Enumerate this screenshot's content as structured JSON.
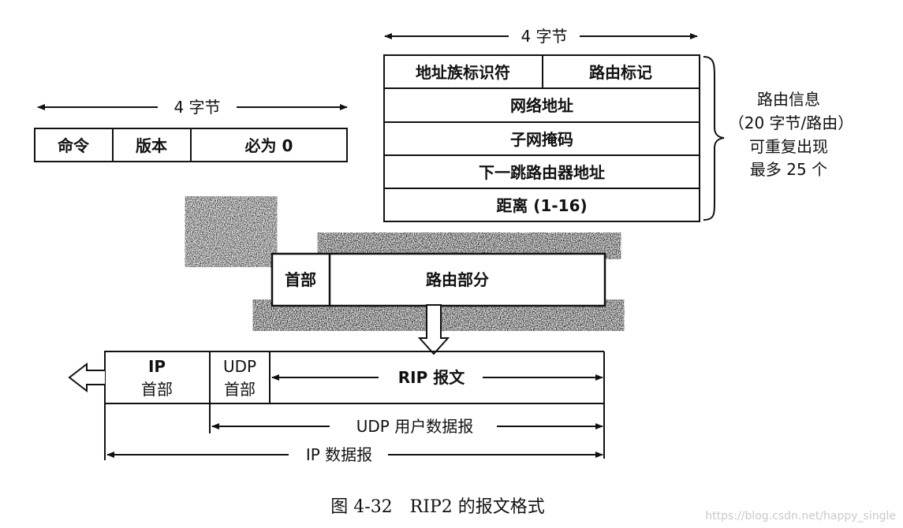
{
  "header_fields": {
    "width_label": "4 字节",
    "cells": [
      "命令",
      "版本",
      "必为 0"
    ]
  },
  "route_entry": {
    "width_label": "4 字节",
    "row1": [
      "地址族标识符",
      "路由标记"
    ],
    "rows": [
      "网络地址",
      "子网掩码",
      "下一跳路由器地址",
      "距离 (1-16)"
    ],
    "brace_note": [
      "路由信息",
      "（20 字节/路由）",
      "可重复出现",
      "最多 25 个"
    ]
  },
  "rip_message": {
    "header": "首部",
    "body": "路由部分"
  },
  "packet": {
    "ip_header": [
      "IP",
      "首部"
    ],
    "udp_header": [
      "UDP",
      "首部"
    ],
    "rip_label": "RIP 报文",
    "udp_datagram": "UDP 用户数据报",
    "ip_datagram": "IP 数据报"
  },
  "caption": "图 4-32　RIP2 的报文格式",
  "watermark": "https://blog.csdn.net/happy_single"
}
